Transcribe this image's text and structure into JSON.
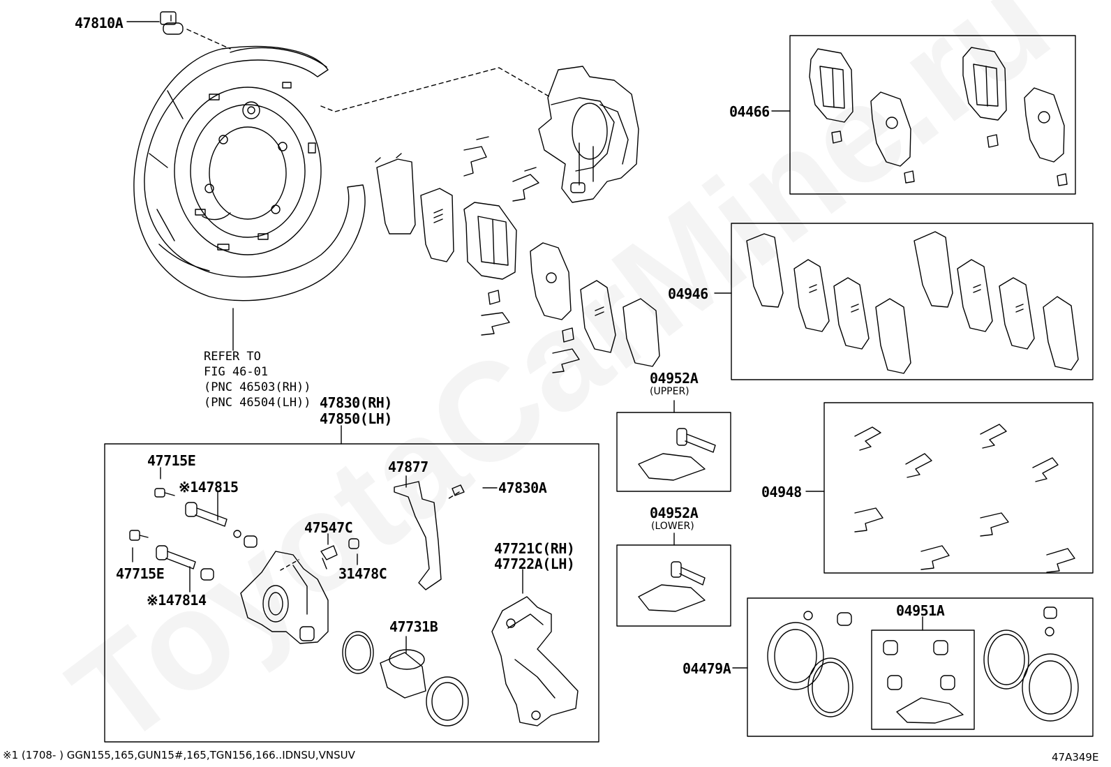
{
  "watermark": "ToyotaCarMine.ru",
  "labels": {
    "p47810A": "47810A",
    "refer": [
      "REFER TO",
      "FIG 46-01",
      "(PNC 46503(RH))",
      "(PNC 46504(LH))"
    ],
    "p47830RH": "47830(RH)",
    "p47850LH": "47850(LH)",
    "p47715E_top": "47715E",
    "p47815": "※147815",
    "p47715E_bot": "47715E",
    "p47814": "※147814",
    "p47877": "47877",
    "p47830A": "47830A",
    "p47547C": "47547C",
    "p31478C": "31478C",
    "p47721C": "47721C(RH)",
    "p47722A": "47722A(LH)",
    "p47731B": "47731B",
    "p04466": "04466",
    "p04946": "04946",
    "p04952A_upper": "04952A",
    "upper": "(UPPER)",
    "p04952A_lower": "04952A",
    "lower": "(LOWER)",
    "p04948": "04948",
    "p04951A": "04951A",
    "p04479A": "04479A"
  },
  "footer": {
    "note": "※1 (1708-        ) GGN155,165,GUN15#,165,TGN156,166..IDNSU,VNSUV",
    "figure_code": "47A349E"
  }
}
